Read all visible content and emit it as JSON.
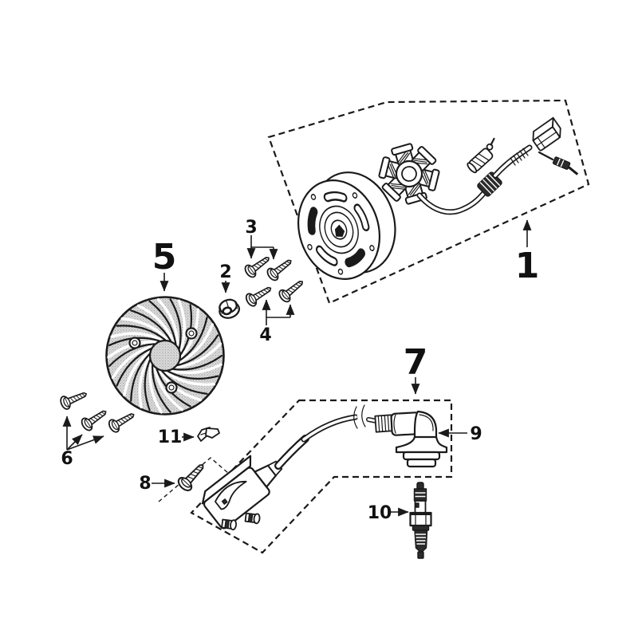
{
  "callouts": {
    "c1": "1",
    "c2": "2",
    "c3": "3",
    "c4": "4",
    "c5": "5",
    "c6": "6",
    "c7": "7",
    "c8": "8",
    "c9": "9",
    "c10": "10",
    "c11": "11"
  },
  "colors": {
    "background": "#ffffff",
    "line": "#1a1a1a",
    "part_fill": "#ffffff",
    "fan_fill": "#dcdcdc",
    "dark_fill": "#2b2b2b"
  }
}
